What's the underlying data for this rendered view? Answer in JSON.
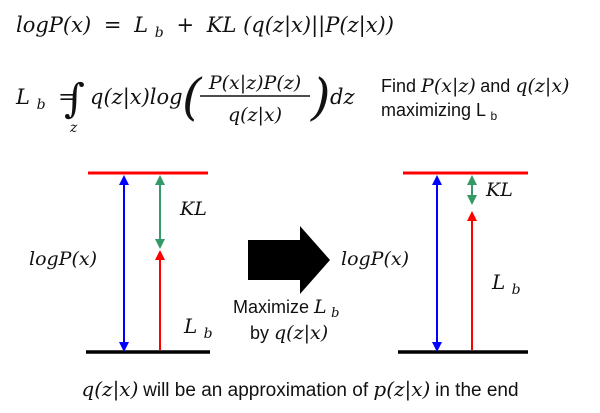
{
  "equations": {
    "line1": {
      "lhs": "logP(x)",
      "eq": "=",
      "lb_main": "L",
      "lb_sub": "b",
      "plus": "+",
      "kl": "KL",
      "kl_arg": "(q(z|x)||P(z|x))"
    },
    "line2": {
      "lb_main": "L",
      "lb_sub": "b",
      "eq": "=",
      "integral": "∫",
      "int_var": "z",
      "integrand_prefix": "q(z|x)log",
      "numerator": "P(x|z)P(z)",
      "denominator": "q(z|x)",
      "dz": "dz"
    }
  },
  "note": {
    "line1_text": "Find ",
    "line1_math1": "P(x|z)",
    "line1_and": " and ",
    "line1_math2": "q(z|x)",
    "line2_text": "maximizing L",
    "line2_sub": "b"
  },
  "diagram": {
    "left": {
      "log_label": "logP(x)",
      "kl_label": "KL",
      "lb_main": "L",
      "lb_sub": "b"
    },
    "right": {
      "log_label": "logP(x)",
      "kl_label": "KL",
      "lb_main": "L",
      "lb_sub": "b"
    },
    "transition": {
      "line1_text": "Maximize ",
      "line1_math": "L",
      "line1_sub": "b",
      "line2_text": "by ",
      "line2_math": "q(z|x)"
    }
  },
  "footer": {
    "math1": "q(z|x)",
    "text1": " will be an approximation of ",
    "math2": "p(z|x)",
    "text2": " in the end"
  },
  "colors": {
    "top_line": "#ff0000",
    "bottom_line": "#000000",
    "log_arrow": "#0000ff",
    "kl_arrow": "#339966",
    "lb_arrow": "#ff0000",
    "transition_arrow": "#000000"
  }
}
